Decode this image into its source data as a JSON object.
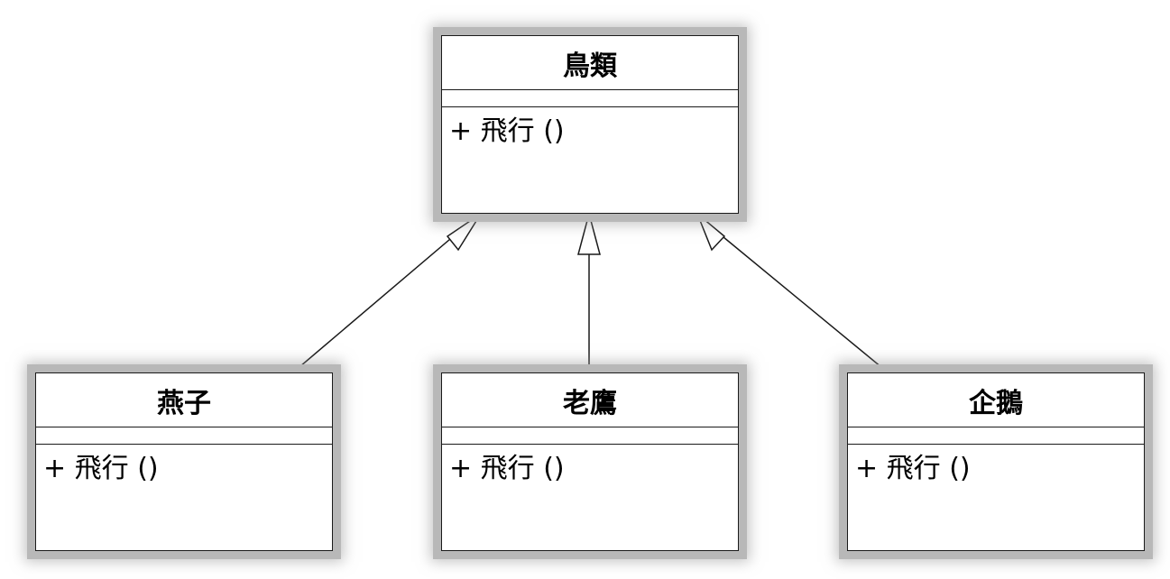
{
  "diagram": {
    "type": "uml-class-diagram",
    "relation": "generalization",
    "parent": {
      "name": "鳥類",
      "operations": [
        "+ 飛行 ()"
      ]
    },
    "children": [
      {
        "name": "燕子",
        "operations": [
          "+ 飛行 ()"
        ]
      },
      {
        "name": "老鷹",
        "operations": [
          "+ 飛行 ()"
        ]
      },
      {
        "name": "企鵝",
        "operations": [
          "+ 飛行 ()"
        ]
      }
    ]
  },
  "colors": {
    "line": "#1a1a1a",
    "shadow": "#b8b8b8",
    "background": "#ffffff"
  }
}
